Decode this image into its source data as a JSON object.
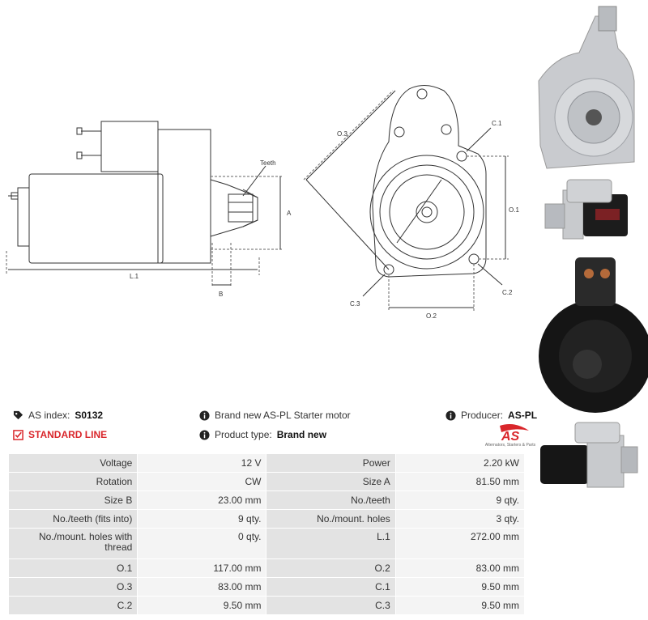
{
  "diagram": {
    "labels": {
      "teeth": "Teeth",
      "a": "A",
      "b": "B",
      "l1": "L.1",
      "o3": "O.3",
      "o1": "O.1",
      "o2": "O.2",
      "c1": "C.1",
      "c2": "C.2",
      "c3": "C.3"
    }
  },
  "info": {
    "as_index_label": "AS index:",
    "as_index_value": "S0132",
    "description": "Brand new AS-PL Starter motor",
    "producer_label": "Producer:",
    "producer_value": "AS-PL",
    "standard_line": "STANDARD LINE",
    "product_type_label": "Product type:",
    "product_type_value": "Brand new",
    "logo_text": "AS",
    "logo_tagline": "Alternators, Starters & Parts"
  },
  "specs": [
    [
      "Voltage",
      "12 V",
      "Power",
      "2.20 kW"
    ],
    [
      "Rotation",
      "CW",
      "Size A",
      "81.50 mm"
    ],
    [
      "Size B",
      "23.00 mm",
      "No./teeth",
      "9 qty."
    ],
    [
      "No./teeth (fits into)",
      "9 qty.",
      "No./mount. holes",
      "3 qty."
    ],
    [
      "No./mount. holes with thread",
      "0 qty.",
      "L.1",
      "272.00 mm"
    ],
    [
      "O.1",
      "117.00 mm",
      "O.2",
      "83.00 mm"
    ],
    [
      "O.3",
      "83.00 mm",
      "C.1",
      "9.50 mm"
    ],
    [
      "C.2",
      "9.50 mm",
      "C.3",
      "9.50 mm"
    ]
  ],
  "colors": {
    "accent_red": "#d9262b",
    "key_bg": "#e3e3e3",
    "value_bg": "#f4f4f4"
  }
}
